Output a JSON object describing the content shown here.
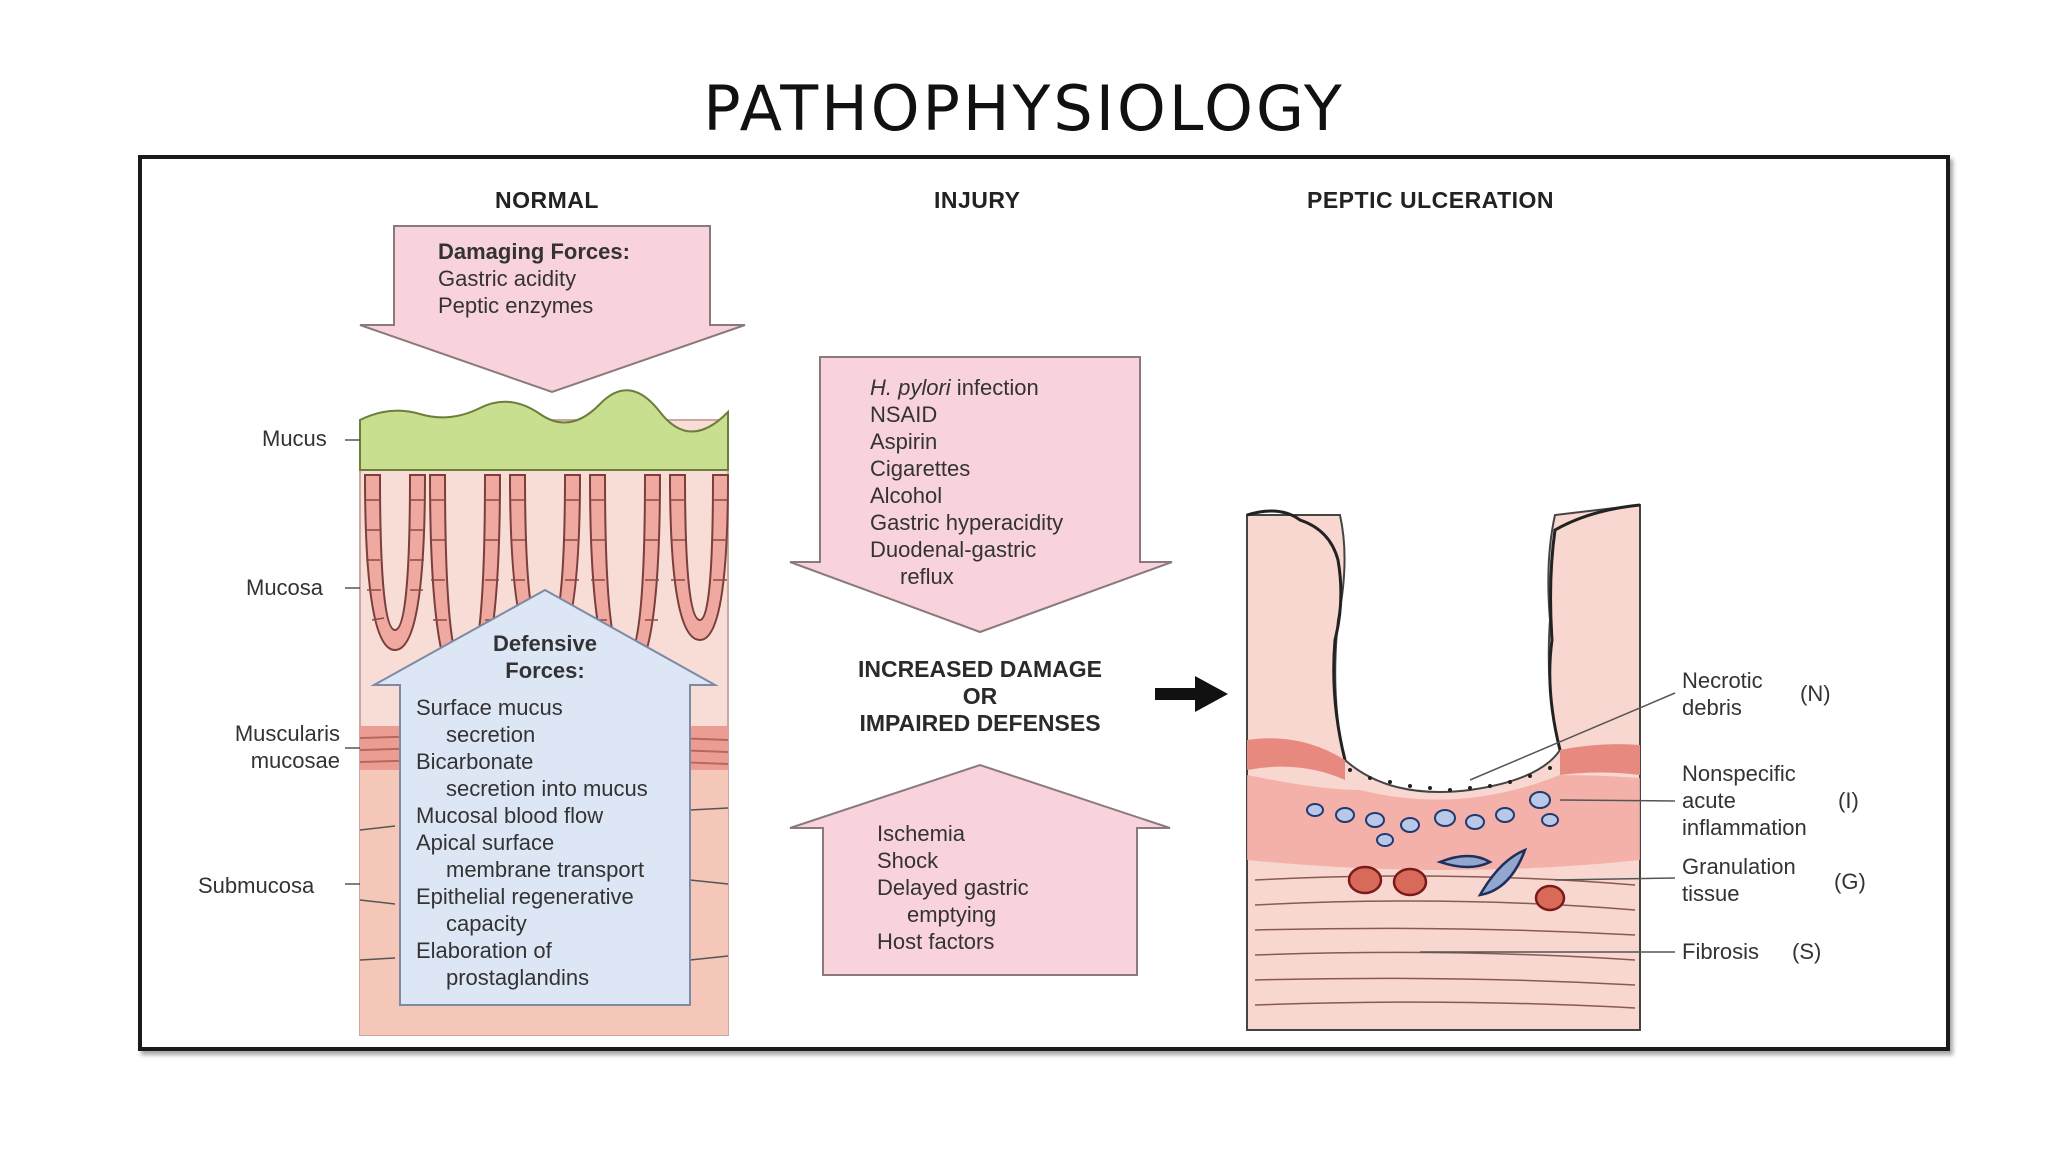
{
  "title": "PATHOPHYSIOLOGY",
  "columns": {
    "normal": "NORMAL",
    "injury": "INJURY",
    "ulceration": "PEPTIC ULCERATION"
  },
  "damaging": {
    "heading": "Damaging Forces:",
    "items": [
      "Gastric acidity",
      "Peptic enzymes"
    ]
  },
  "layers": {
    "mucus": "Mucus",
    "mucosa": "Mucosa",
    "muscularis_1": "Muscularis",
    "muscularis_2": "mucosae",
    "submucosa": "Submucosa"
  },
  "defensive": {
    "heading_1": "Defensive",
    "heading_2": "Forces:",
    "lines": [
      "Surface mucus",
      "secretion",
      "Bicarbonate",
      "secretion into mucus",
      "Mucosal blood flow",
      "Apical surface",
      "membrane transport",
      "Epithelial regenerative",
      "capacity",
      "Elaboration of",
      "prostaglandins"
    ]
  },
  "injury_down": {
    "first_italic": "H. pylori",
    "first_rest": " infection",
    "lines": [
      "NSAID",
      "Aspirin",
      "Cigarettes",
      "Alcohol",
      "Gastric hyperacidity",
      "Duodenal-gastric",
      "reflux"
    ]
  },
  "center": {
    "line1": "INCREASED DAMAGE",
    "line2": "OR",
    "line3": "IMPAIRED DEFENSES"
  },
  "injury_up": {
    "lines": [
      "Ischemia",
      "Shock",
      "Delayed gastric",
      "emptying",
      "Host factors"
    ]
  },
  "ulcer_labels": {
    "necrotic_1": "Necrotic",
    "necrotic_2": "debris",
    "necrotic_code": "(N)",
    "inflam_1": "Nonspecific",
    "inflam_2": "acute",
    "inflam_3": "inflammation",
    "inflam_code": "(I)",
    "gran_1": "Granulation",
    "gran_2": "tissue",
    "gran_code": "(G)",
    "fibrosis": "Fibrosis",
    "fibrosis_code": "(S)"
  },
  "colors": {
    "pink_box": "#f9d3dc",
    "blue_box": "#dde6f5",
    "mucus_green": "#c7df8f",
    "tissue": "#f6d6cf",
    "submucosa": "#f4c2b2",
    "inflamed": "#f2a7a0"
  }
}
